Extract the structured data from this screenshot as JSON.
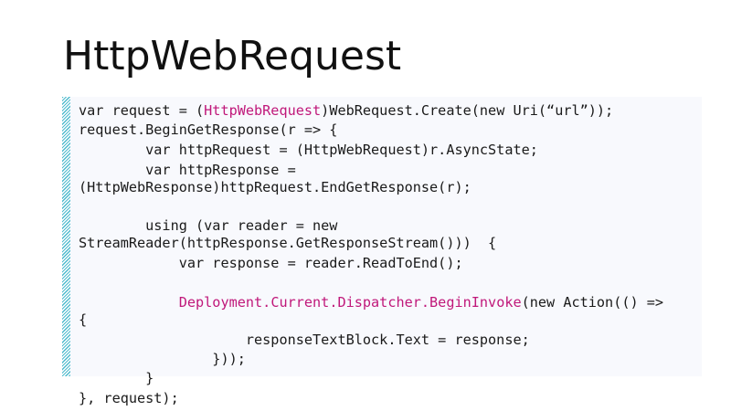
{
  "slide": {
    "title": "HttpWebRequest"
  },
  "colors": {
    "highlight": "#c0187a",
    "code_text": "#1a1a1a",
    "stripe": "#3cb4c8"
  },
  "code": {
    "l1_a": "var request = (",
    "l1_hl": "HttpWebRequest",
    "l1_b": ")WebRequest.Create(new Uri(“url”));",
    "l2": "request.BeginGetResponse(r => {",
    "l3": "        var httpRequest = (HttpWebRequest)r.AsyncState;",
    "l4": "        var httpResponse =",
    "l5": "(HttpWebResponse)httpRequest.EndGetResponse(r);",
    "l6": "        using (var reader = new",
    "l7": "StreamReader(httpResponse.GetResponseStream()))  {",
    "l8": "            var response = reader.ReadToEnd();",
    "l9_indent": "            ",
    "l9_hl": "Deployment.Current.Dispatcher.BeginInvoke",
    "l9_b": "(new Action(() =>",
    "l10": "{",
    "l11": "                    responseTextBlock.Text = response;",
    "l12": "                }));",
    "l13": "        }",
    "l14": "}, request);"
  }
}
